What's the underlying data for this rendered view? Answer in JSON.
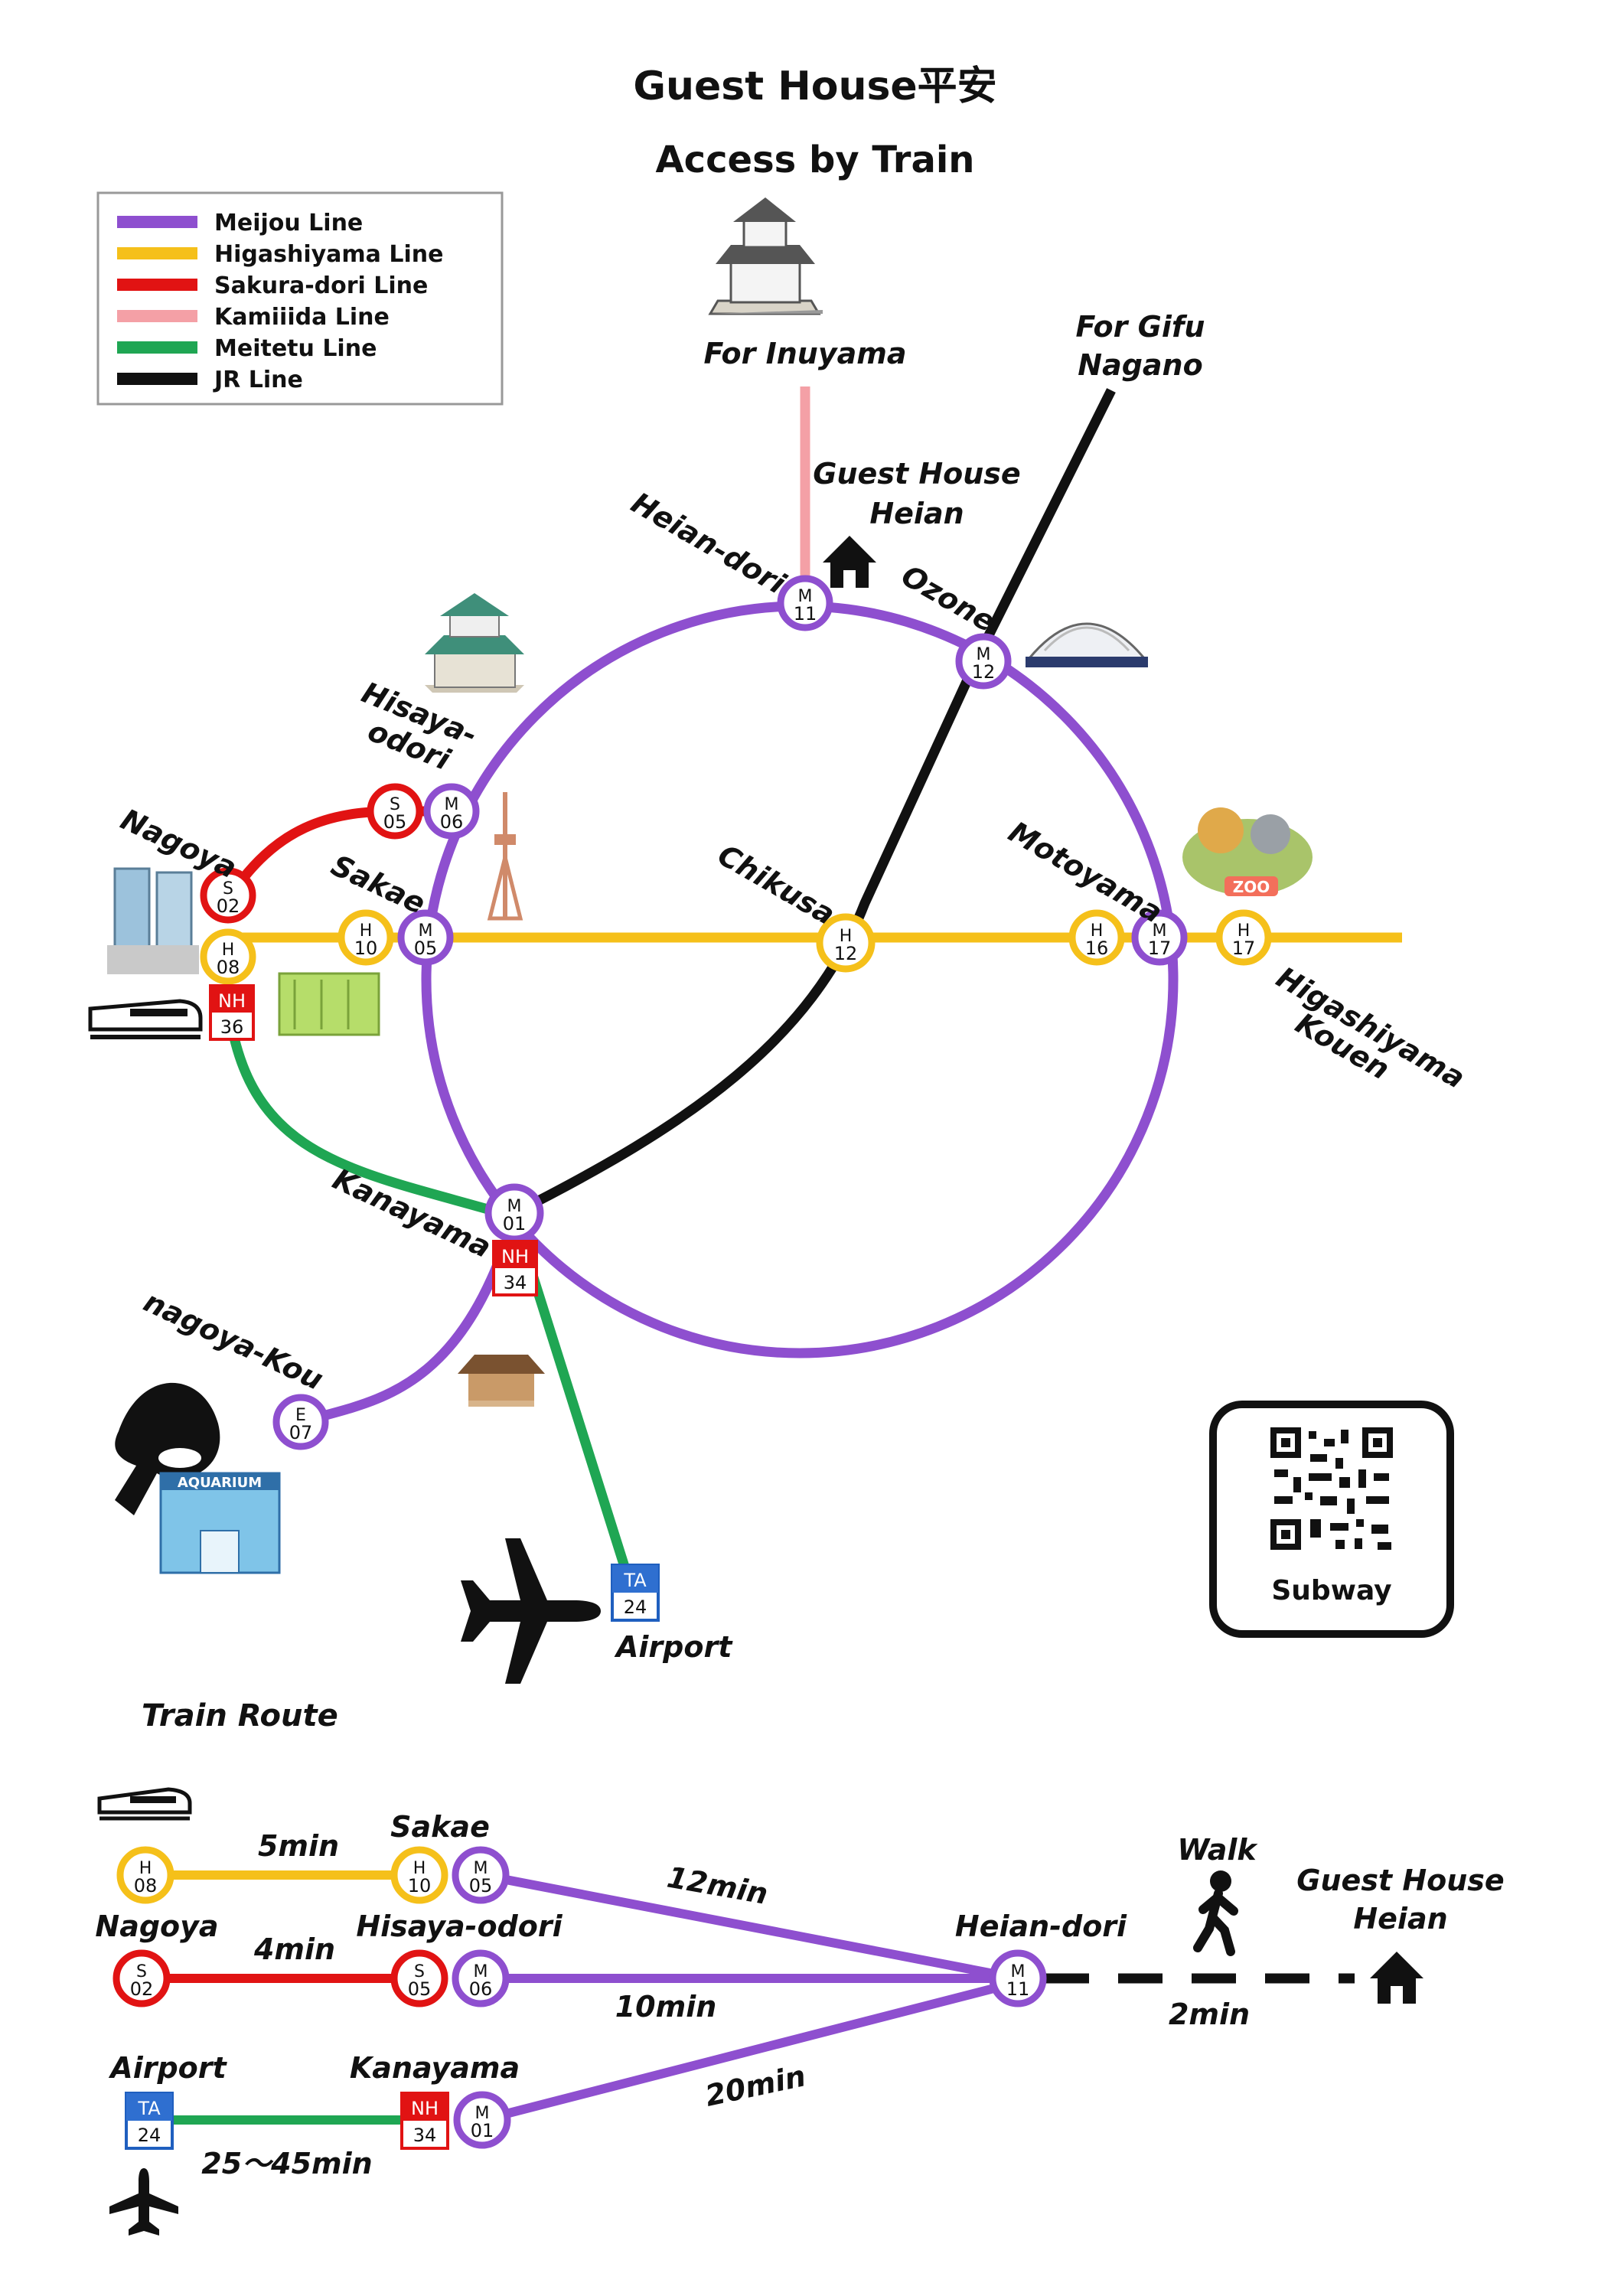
{
  "title": "Guest House平安",
  "subtitle": "Access by Train",
  "colors": {
    "meijou": "#8e4fcf",
    "higashiyama": "#f5c01a",
    "sakura": "#e11313",
    "kamiiida": "#f4a0a6",
    "meitetu": "#1fa653",
    "jr": "#111111"
  },
  "legend": [
    {
      "label": "Meijou Line",
      "color": "#8e4fcf"
    },
    {
      "label": "Higashiyama Line",
      "color": "#f5c01a"
    },
    {
      "label": "Sakura-dori Line",
      "color": "#e11313"
    },
    {
      "label": "Kamiiida Line",
      "color": "#f4a0a6"
    },
    {
      "label": "Meitetu Line",
      "color": "#1fa653"
    },
    {
      "label": "JR Line",
      "color": "#111111"
    }
  ],
  "labels": {
    "for_inuyama": "For Inuyama",
    "for_gifu": "For Gifu",
    "nagano": "Nagano",
    "guest_house_1": "Guest House",
    "guest_house_2": "Heian",
    "heian_dori": "Heian-dori",
    "ozone": "Ozone",
    "hisaya_1": "Hisaya-",
    "hisaya_2": "odori",
    "nagoya": "Nagoya",
    "sakae": "Sakae",
    "chikusa": "Chikusa",
    "motoyama": "Motoyama",
    "higashiyama_1": "Higashiyama",
    "higashiyama_2": "Kouen",
    "kanayama": "Kanayama",
    "nagoya_kou": "nagoya-Kou",
    "airport": "Airport",
    "aquarium": "AQUARIUM",
    "zoo": "ZOO",
    "subway": "Subway"
  },
  "stations": {
    "m11": [
      "M",
      "11"
    ],
    "m12": [
      "M",
      "12"
    ],
    "m06": [
      "M",
      "06"
    ],
    "s05": [
      "S",
      "05"
    ],
    "s02": [
      "S",
      "02"
    ],
    "h08": [
      "H",
      "08"
    ],
    "h10": [
      "H",
      "10"
    ],
    "m05": [
      "M",
      "05"
    ],
    "h12": [
      "H",
      "12"
    ],
    "h16": [
      "H",
      "16"
    ],
    "m17": [
      "M",
      "17"
    ],
    "h17": [
      "H",
      "17"
    ],
    "m01": [
      "M",
      "01"
    ],
    "e07": [
      "E",
      "07"
    ],
    "nh36": [
      "NH",
      "36"
    ],
    "nh34": [
      "NH",
      "34"
    ],
    "ta24": [
      "TA",
      "24"
    ]
  },
  "route": {
    "heading": "Train Route",
    "row1_time": "5min",
    "row1_sakae": "Sakae",
    "row1_long": "12min",
    "row2_nagoya": "Nagoya",
    "row2_time": "4min",
    "row2_hisaya": "Hisaya-odori",
    "row2_long": "10min",
    "row3_airport": "Airport",
    "row3_kanayama": "Kanayama",
    "row3_time": "25～45min",
    "row3_long": "20min",
    "heian_dori": "Heian-dori",
    "walk": "Walk",
    "walk_time": "2min",
    "guest_house_1": "Guest House",
    "guest_house_2": "Heian",
    "stations": {
      "h08": [
        "H",
        "08"
      ],
      "h10": [
        "H",
        "10"
      ],
      "m05": [
        "M",
        "05"
      ],
      "s02": [
        "S",
        "02"
      ],
      "s05": [
        "S",
        "05"
      ],
      "m06": [
        "M",
        "06"
      ],
      "ta24": [
        "TA",
        "24"
      ],
      "nh34": [
        "NH",
        "34"
      ],
      "m01": [
        "M",
        "01"
      ],
      "m11": [
        "M",
        "11"
      ]
    }
  }
}
